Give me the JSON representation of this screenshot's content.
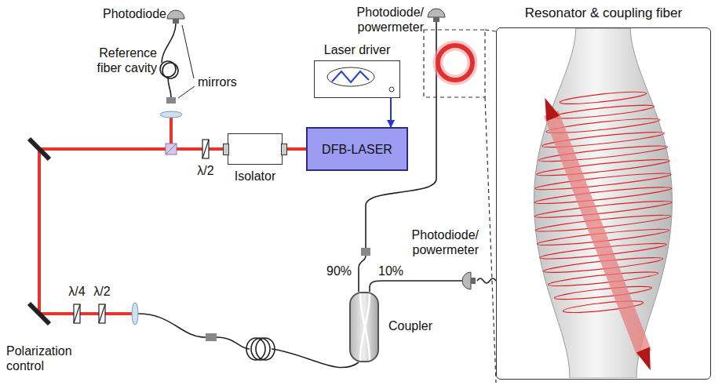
{
  "diagram": {
    "nodes": [
      {
        "text": [
          "Laser driver"
        ]
      },
      {
        "text": [
          "DFB-LASER"
        ]
      },
      {
        "text": [
          "Isolator"
        ]
      },
      {
        "text": [
          "Coupler"
        ]
      },
      {
        "text": [
          "Resonator & coupling fiber"
        ]
      }
    ],
    "edges": [
      {
        "from": 0,
        "to": 1,
        "arrow": "to"
      },
      {
        "from": 1,
        "to": 2,
        "arrow": "none"
      }
    ],
    "labels": [
      "Photodiode",
      "Reference fiber cavity",
      "mirrors",
      "λ/2",
      "Photodiode/ powermeter",
      "Photodiode/ powermeter",
      "90%",
      "10%",
      "λ/4",
      "λ/2",
      "Polarization control"
    ]
  }
}
